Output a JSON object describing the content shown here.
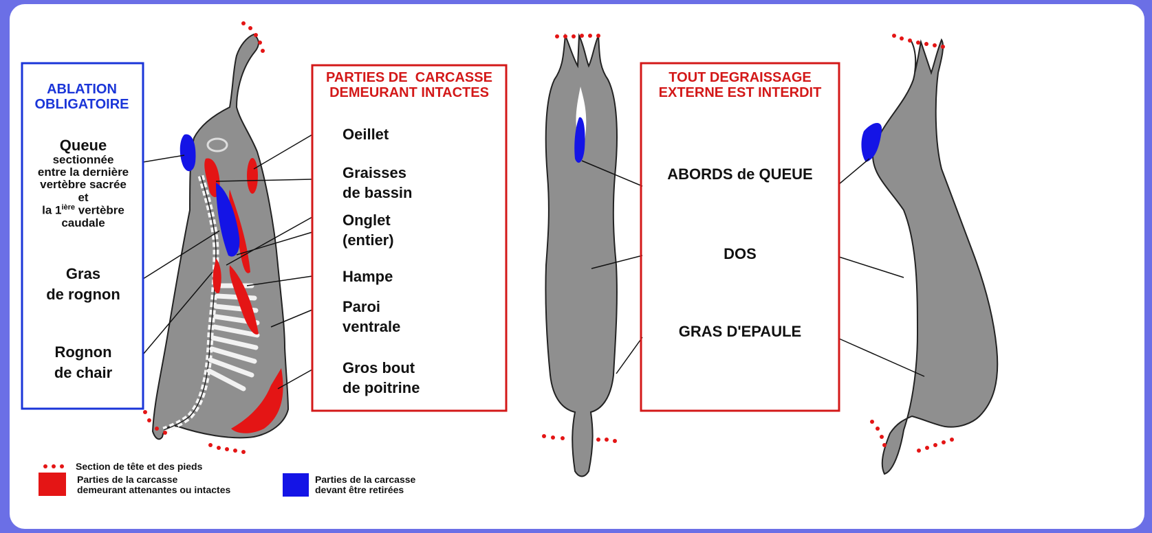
{
  "colors": {
    "background": "#6b6fe6",
    "retained": "#e41515",
    "removed": "#1414e6",
    "carcass": "#8f8f8f",
    "blue_frame": "#1a35d8",
    "red_frame": "#d31818"
  },
  "ablation_box": {
    "title_line1": "ABLATION",
    "title_line2": "OBLIGATOIRE",
    "queue": "Queue",
    "queue_detail_1": "sectionnée",
    "queue_detail_2": "entre la dernière",
    "queue_detail_3": "vertèbre sacrée",
    "queue_detail_4": "et",
    "queue_detail_5a": "la 1",
    "queue_detail_5sup": "ière",
    "queue_detail_5b": " vertèbre",
    "queue_detail_6": "caudale",
    "gras_1": "Gras",
    "gras_2": "de rognon",
    "rognon_1": "Rognon",
    "rognon_2": "de chair"
  },
  "intact_box": {
    "title_line1": "PARTIES DE  CARCASSE",
    "title_line2": "DEMEURANT INTACTES",
    "items": [
      {
        "l1": "Oeillet",
        "l2": ""
      },
      {
        "l1": "Graisses",
        "l2": "de bassin"
      },
      {
        "l1": "Onglet",
        "l2": "(entier)"
      },
      {
        "l1": "Hampe",
        "l2": ""
      },
      {
        "l1": "Paroi",
        "l2": "ventrale"
      },
      {
        "l1": "Gros bout",
        "l2": "de poitrine"
      }
    ]
  },
  "degraissage_box": {
    "title_line1": "TOUT DEGRAISSAGE",
    "title_line2": "EXTERNE EST INTERDIT",
    "items": [
      "ABORDS de QUEUE",
      "DOS",
      "GRAS D'EPAULE"
    ]
  },
  "legend": {
    "dots": "Section de tête et des pieds",
    "red_1": "Parties de la carcasse",
    "red_2": "demeurant attenantes ou intactes",
    "blue_1": "Parties de la carcasse",
    "blue_2": "devant être retirées"
  }
}
